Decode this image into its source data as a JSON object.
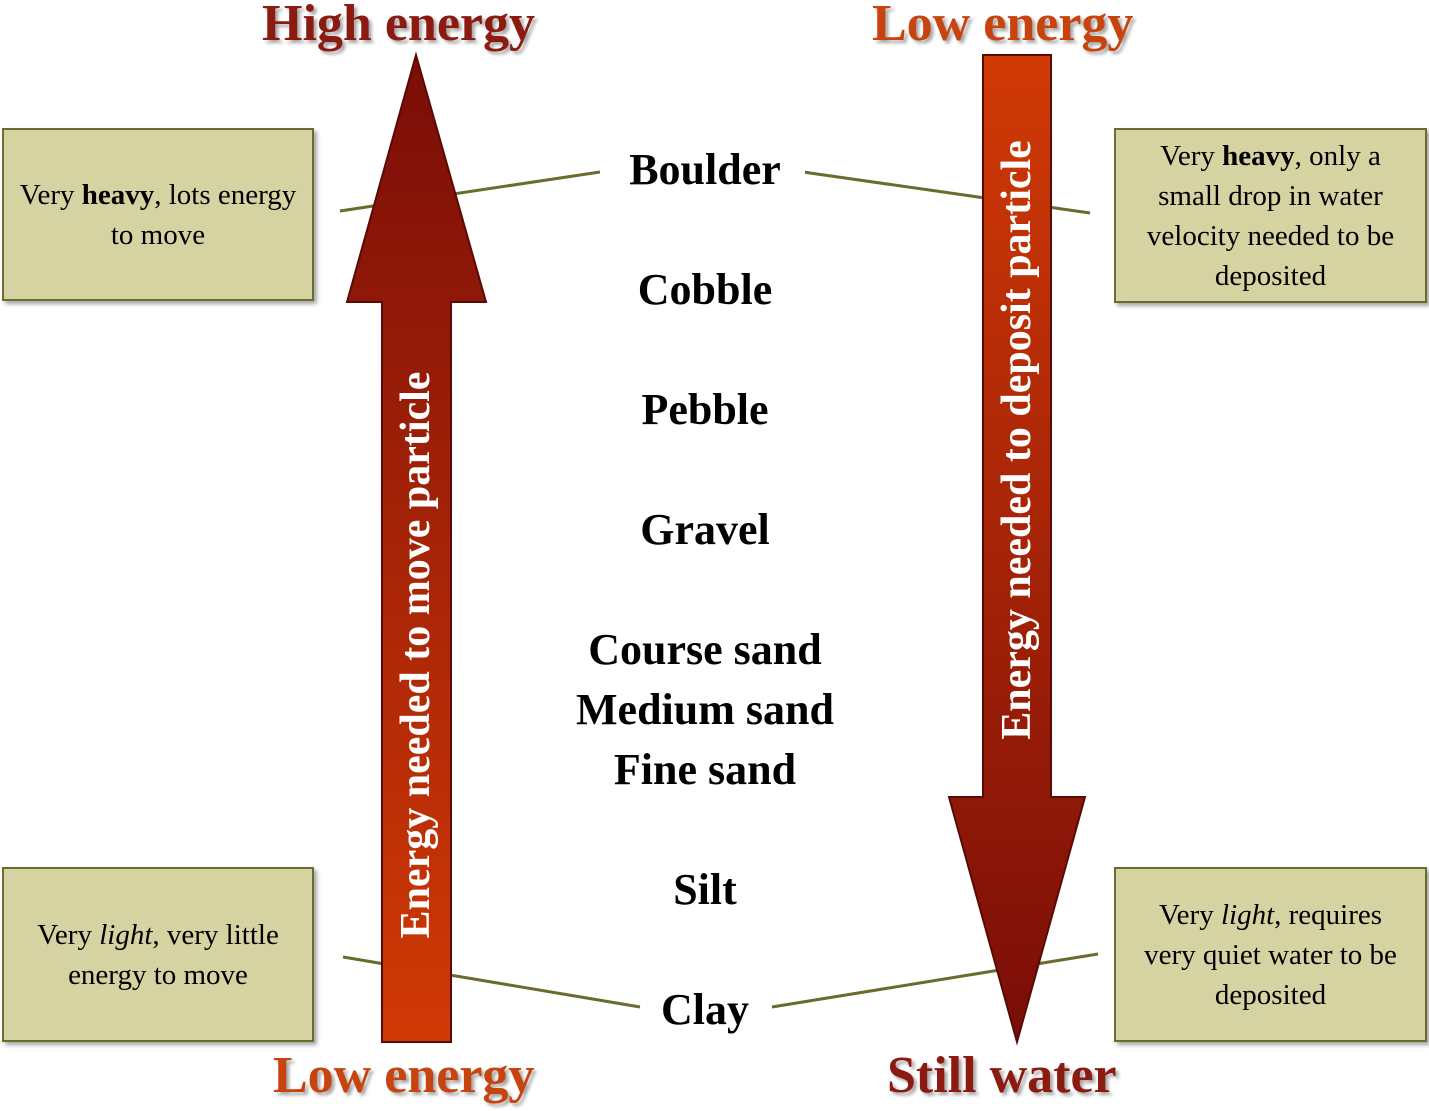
{
  "colors": {
    "heading_dark": "#8b1a10",
    "heading_orange": "#c8440f",
    "arrow_dark": "#7a0d08",
    "arrow_orange": "#d13a06",
    "note_fill": "#d6d3a3",
    "note_border": "#6b6b2e",
    "leader_line": "#6b6b2e"
  },
  "headings": {
    "top_left": "High energy",
    "top_right": "Low energy",
    "bottom_left": "Low energy",
    "bottom_right": "Still water"
  },
  "arrows": {
    "left_label": "Energy needed to move particle",
    "right_label": "Energy needed to deposit particle"
  },
  "particles": [
    "Boulder",
    "Cobble",
    "Pebble",
    "Gravel",
    "Course sand",
    "Medium sand",
    "Fine sand",
    "Silt",
    "Clay"
  ],
  "notes": {
    "top_left": {
      "pre": "Very ",
      "key": "heavy",
      "post": ", lots energy to move"
    },
    "top_right": {
      "pre": "Very ",
      "key": "heavy",
      "post": ", only a small drop in water velocity needed to be deposited"
    },
    "bottom_left": {
      "pre": "Very ",
      "key": "light",
      "post": ", very little energy to move"
    },
    "bottom_right": {
      "pre": "Very ",
      "key": "light",
      "post": ", requires very quiet water to be deposited"
    }
  }
}
